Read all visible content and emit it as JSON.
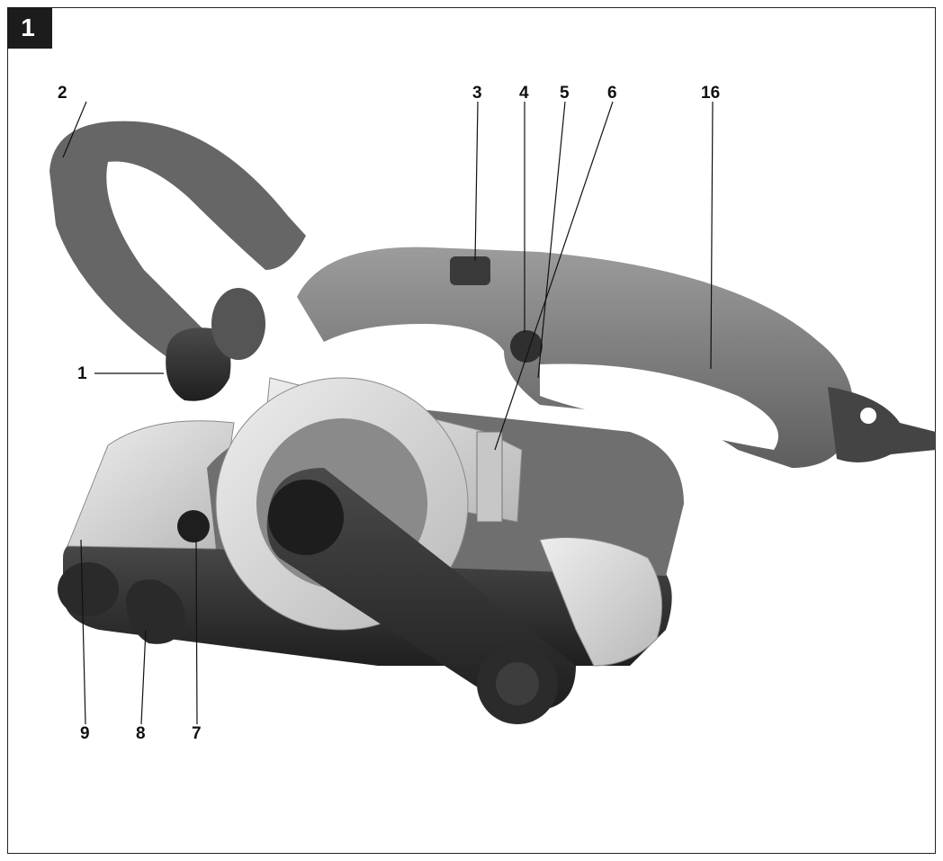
{
  "figure": {
    "number": "1"
  },
  "callouts": [
    {
      "label": "1",
      "part": "auxiliary-handle-knob"
    },
    {
      "label": "2",
      "part": "auxiliary-handle"
    },
    {
      "label": "3",
      "part": "switch"
    },
    {
      "label": "4",
      "part": "lock-button"
    },
    {
      "label": "5",
      "part": "housing-part"
    },
    {
      "label": "6",
      "part": "belt-guard-plate"
    },
    {
      "label": "16",
      "part": "main-handle"
    },
    {
      "label": "9",
      "part": "front-roller-cover"
    },
    {
      "label": "8",
      "part": "tension-knob"
    },
    {
      "label": "7",
      "part": "tracking-knob"
    }
  ],
  "colors": {
    "body_gray": "#7d7d7d",
    "dark_gray": "#2e2e2e",
    "light_metal": "#d6d6d6",
    "mid_gray": "#9a9a9a"
  }
}
